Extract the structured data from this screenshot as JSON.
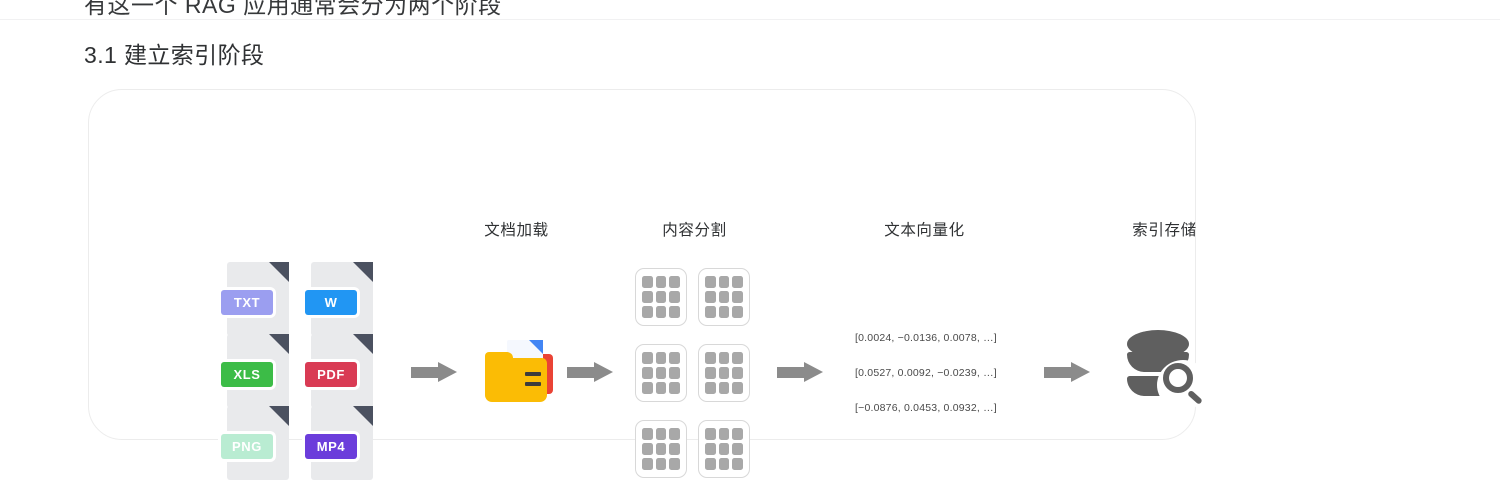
{
  "page": {
    "clipped_heading_above": "有这一个 RAG 应用通常会分为两个阶段",
    "section_title": "3.1 建立索引阶段"
  },
  "diagram": {
    "stages": [
      {
        "name": "document-loading",
        "label": "文档加载"
      },
      {
        "name": "content-splitting",
        "label": "内容分割"
      },
      {
        "name": "text-vectorization",
        "label": "文本向量化"
      },
      {
        "name": "index-storage",
        "label": "索引存储"
      }
    ],
    "files": [
      {
        "label": "TXT",
        "color": "#9b9ef0"
      },
      {
        "label": "W",
        "color": "#2196f3"
      },
      {
        "label": "XLS",
        "color": "#3cbc47"
      },
      {
        "label": "PDF",
        "color": "#d93b54"
      },
      {
        "label": "PNG",
        "color": "#b9ecd2"
      },
      {
        "label": "MP4",
        "color": "#6b3ddb"
      }
    ],
    "vectors": [
      "[0.0024,  −0.0136,  0.0078,  …]",
      "[0.0527,  0.0092,  −0.0239,  …]",
      "[−0.0876,  0.0453,  0.0932,  …]"
    ],
    "chunk_grid": {
      "rows": 3,
      "cols": 3,
      "cards": 6
    },
    "arrow_count": 4,
    "colors": {
      "arrow": "#8b8b8b",
      "chunk_cell": "#a8a8a8",
      "database": "#5f5f5f",
      "folder": "#fbbc05",
      "card_border": "#ececec"
    }
  }
}
